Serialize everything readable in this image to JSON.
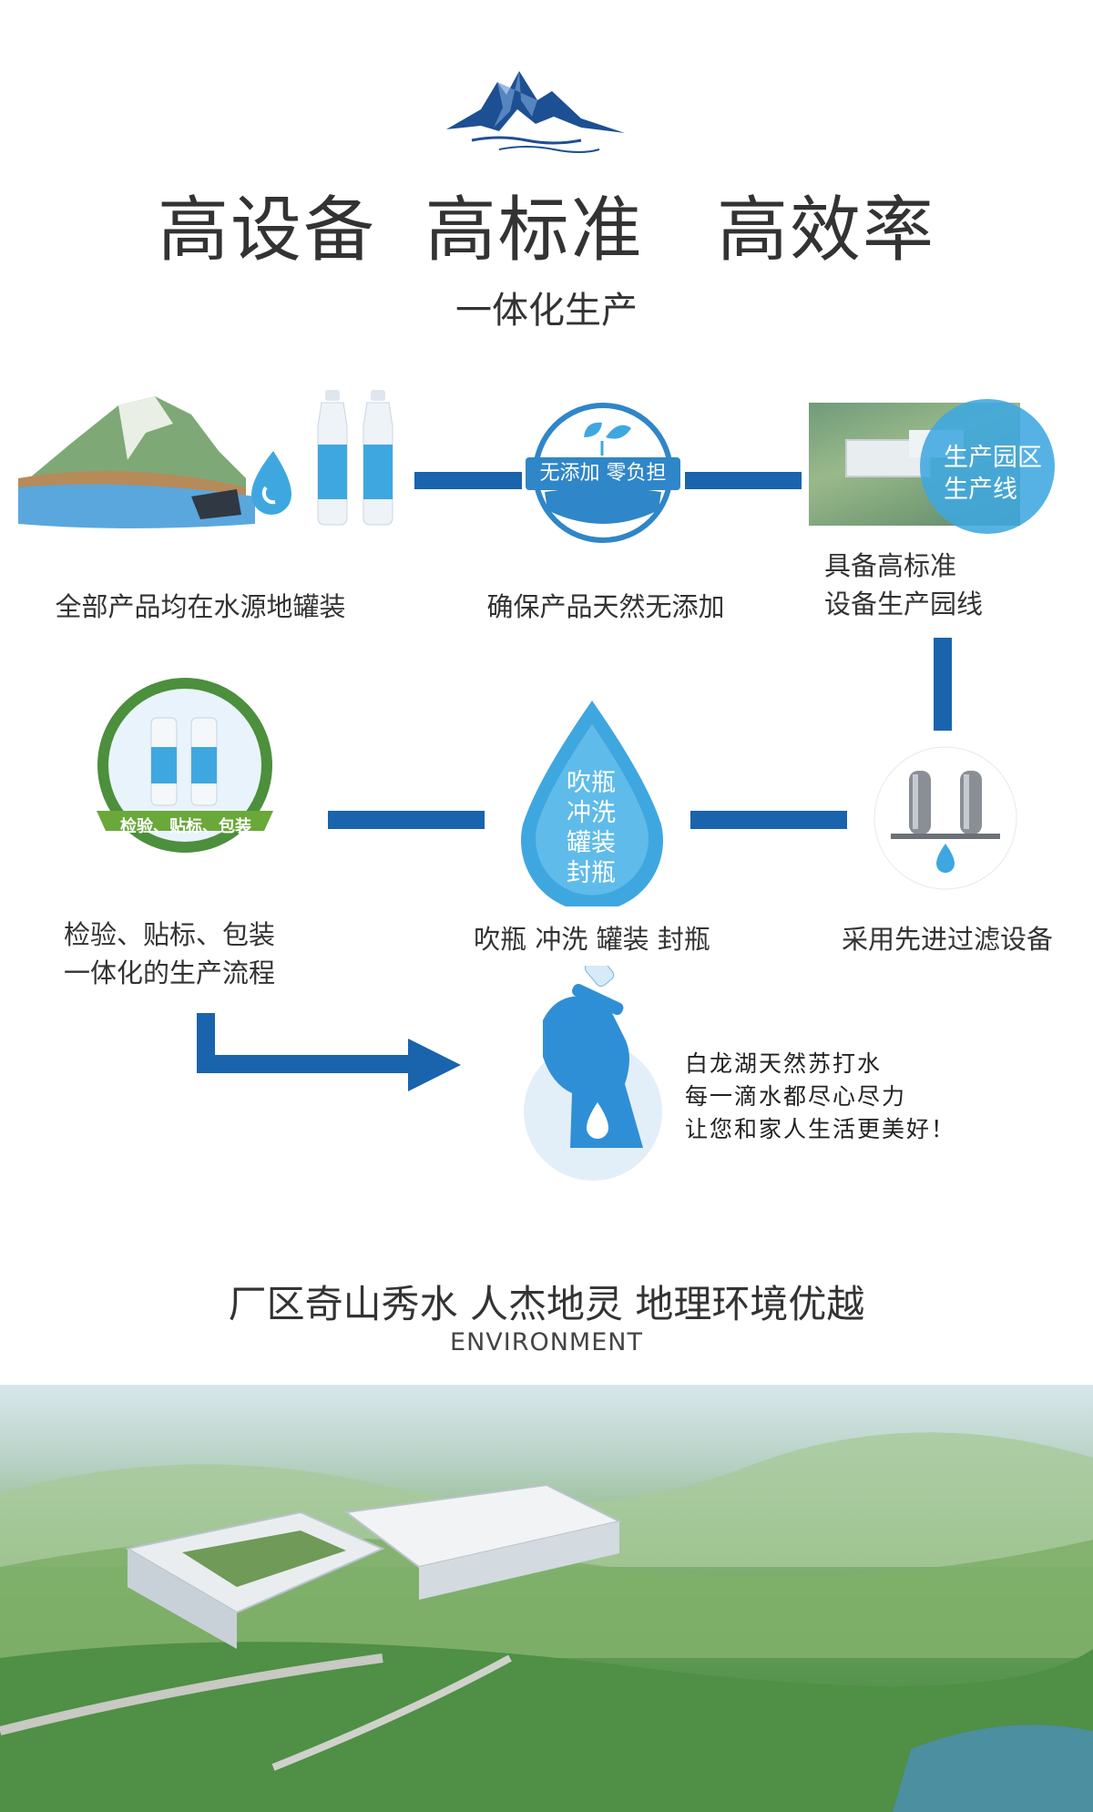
{
  "header": {
    "title": "高设备  高标准   高效率",
    "subtitle": "一体化生产"
  },
  "steps": {
    "source": {
      "caption": "全部产品均在水源地罐装"
    },
    "natural": {
      "caption": "确保产品天然无添加",
      "badge": "无添加 零负担"
    },
    "park": {
      "caption": "具备高标准\n设备生产园线",
      "badge_line1": "生产园区",
      "badge_line2": "生产线"
    },
    "filter": {
      "caption": "采用先进过滤设备"
    },
    "process": {
      "caption": "吹瓶  冲洗  罐装  封瓶",
      "drop_lines": [
        "吹瓶",
        "冲洗",
        "罐装",
        "封瓶"
      ]
    },
    "inspect": {
      "caption": "检验、贴标、包装\n一体化的生产流程",
      "ribbon": "检验、贴标、包装"
    }
  },
  "slogan": {
    "line1": "白龙湖天然苏打水",
    "line2": "每一滴水都尽心尽力",
    "line3": "让您和家人生活更美好！"
  },
  "environment": {
    "title": "厂区奇山秀水 人杰地灵 地理环境优越",
    "subtitle": "ENVIRONMENT"
  },
  "colors": {
    "accent": "#1a63ad",
    "light_blue": "#3fa7e0",
    "text": "#333333"
  }
}
